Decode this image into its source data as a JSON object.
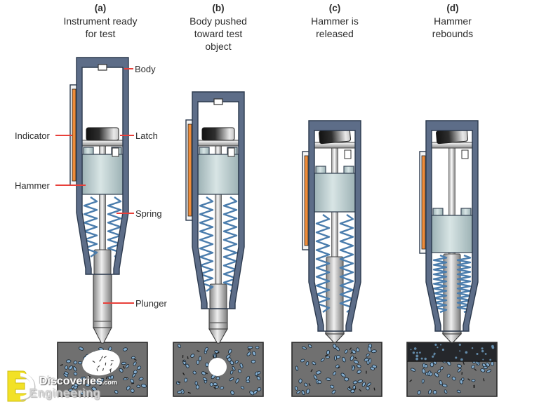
{
  "figure": {
    "stages": [
      {
        "letter": "(a)",
        "caption": [
          "Instrument ready",
          "for test"
        ]
      },
      {
        "letter": "(b)",
        "caption": [
          "Body pushed",
          "toward test",
          "object"
        ]
      },
      {
        "letter": "(c)",
        "caption": [
          "Hammer is",
          "released"
        ]
      },
      {
        "letter": "(d)",
        "caption": [
          "Hammer",
          "rebounds"
        ]
      }
    ],
    "labels": {
      "body": "Body",
      "indicator": "Indicator",
      "latch": "Latch",
      "hammer": "Hammer",
      "spring": "Spring",
      "plunger": "Plunger"
    },
    "watermark": {
      "line1": "Discoveries",
      "line1_suffix": ".com",
      "line2": "Engineering",
      "logo_color": "#f2e126"
    },
    "colors": {
      "body": "#5d6d88",
      "body_stroke": "#2c3a4e",
      "indicator": "#ef8c3a",
      "spring": "#4b7dad",
      "hammer": "#bccfd0",
      "leader": "#e8403a",
      "text": "#2d2d2d",
      "block": "#707070",
      "block_border": "#2b2b2b",
      "block_impact_band": "#25272b",
      "aggregate": "#85aed0",
      "impact_spot": "#ffffff"
    }
  }
}
